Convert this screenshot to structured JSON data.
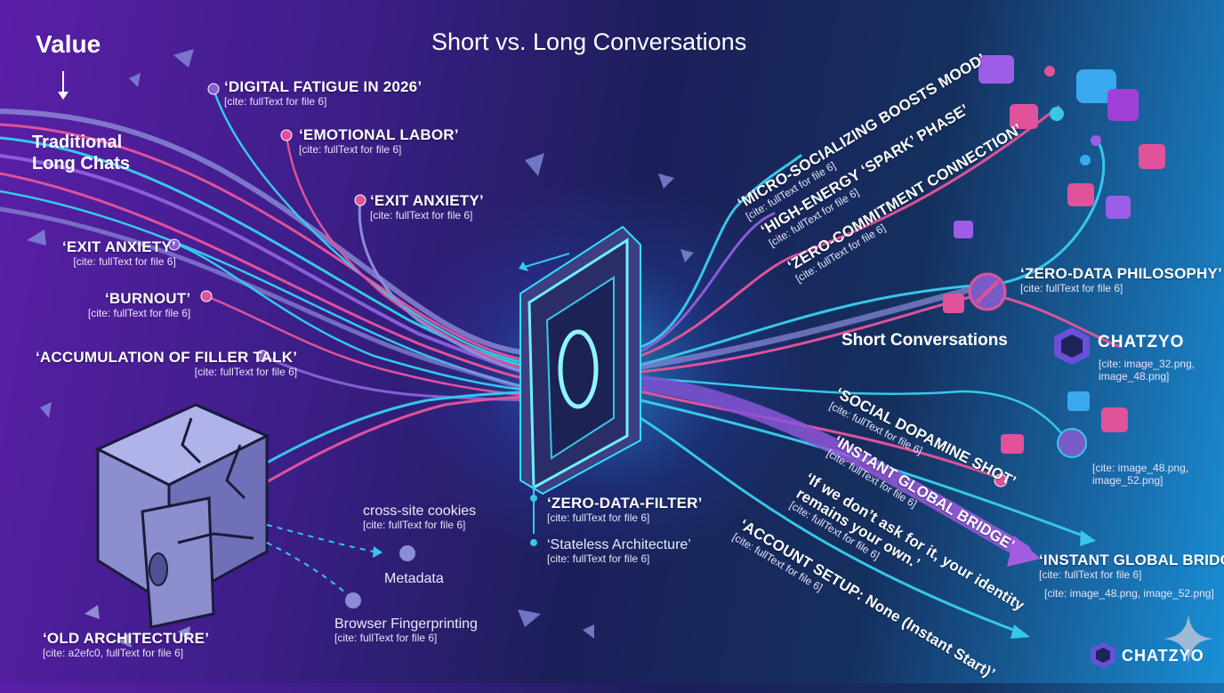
{
  "title": "Short vs. Long Conversations",
  "left_header": {
    "value": "Value",
    "traditional": "Traditional\nLong Chats"
  },
  "left_labels": [
    {
      "label": "‘DIGITAL FATIGUE IN 2026’",
      "cite": "[cite: fullText for file 6]"
    },
    {
      "label": "‘EMOTIONAL LABOR’",
      "cite": "[cite: fullText for file 6]"
    },
    {
      "label": "‘EXIT ANXIETY’",
      "cite": "[cite: fullText for file 6]"
    },
    {
      "label": "‘EXIT ANXIETY’",
      "cite": "[cite: fullText for file 6]"
    },
    {
      "label": "‘BURNOUT’",
      "cite": "[cite: fullText for file 6]"
    },
    {
      "label": "‘ACCUMULATION OF FILLER TALK’",
      "cite": "[cite: fullText for file 6]"
    },
    {
      "label": "‘OLD ARCHITECTURE’",
      "cite": "[cite: a2efc0, fullText for file 6]"
    }
  ],
  "tracking": [
    {
      "label": "cross-site cookies",
      "cite": "[cite: fullText for file 6]"
    },
    {
      "label": "Metadata",
      "cite": ""
    },
    {
      "label": "Browser Fingerprinting",
      "cite": "[cite: fullText for file 6]"
    }
  ],
  "center": [
    {
      "label": "‘ZERO-DATA-FILTER’",
      "cite": "[cite: fullText for file 6]"
    },
    {
      "label": "‘Stateless Architecture’",
      "cite": "[cite: fullText for file 6]"
    }
  ],
  "right_upper": [
    {
      "label": "‘MICRO-SOCIALIZING BOOSTS MOOD’",
      "cite": "[cite: fullText for file 6]"
    },
    {
      "label": "‘HIGH-ENERGY ‘SPARK’ PHASE’",
      "cite": "[cite: fullText for file 6]"
    },
    {
      "label": "‘ZERO-COMMITMENT CONNECTION’",
      "cite": "[cite: fullText for file 6]"
    }
  ],
  "zero_data": {
    "label": "‘ZERO-DATA PHILOSOPHY’",
    "cite": "[cite: fullText for file 6]"
  },
  "short_conversations": "Short Conversations",
  "brand_name": "CHATZYO",
  "brand_cite": "[cite: image_32.png,\nimage_48.png]",
  "right_lower": [
    {
      "label": "‘SOCIAL DOPAMINE SHOT’",
      "cite": "[cite: fullText for file 6]"
    },
    {
      "label": "‘INSTANT GLOBAL BRIDGE’",
      "cite": "[cite: fullText for file 6]"
    },
    {
      "label": "‘If we don’t ask for it, your identity\nremains your own.’",
      "cite": "[cite: fullText for file 6]"
    },
    {
      "label": "‘ACCOUNT SETUP: None (Instant Start)’",
      "cite": "[cite: fullText for file 6]"
    }
  ],
  "right_cites": {
    "people": "[cite: image_48.png,\nimage_52.png]"
  },
  "bridge_right": {
    "label": "‘INSTANT GLOBAL BRIDGE’",
    "cite": "[cite: fullText for file 6]",
    "cite2": "[cite: image_48.png, image_52.png]"
  },
  "footer_brand": "CHATZYO",
  "colors": {
    "cyan": "#35c8e8",
    "pink": "#e0529a",
    "purple": "#8a5cd8",
    "lilac": "#8c8cd8"
  }
}
